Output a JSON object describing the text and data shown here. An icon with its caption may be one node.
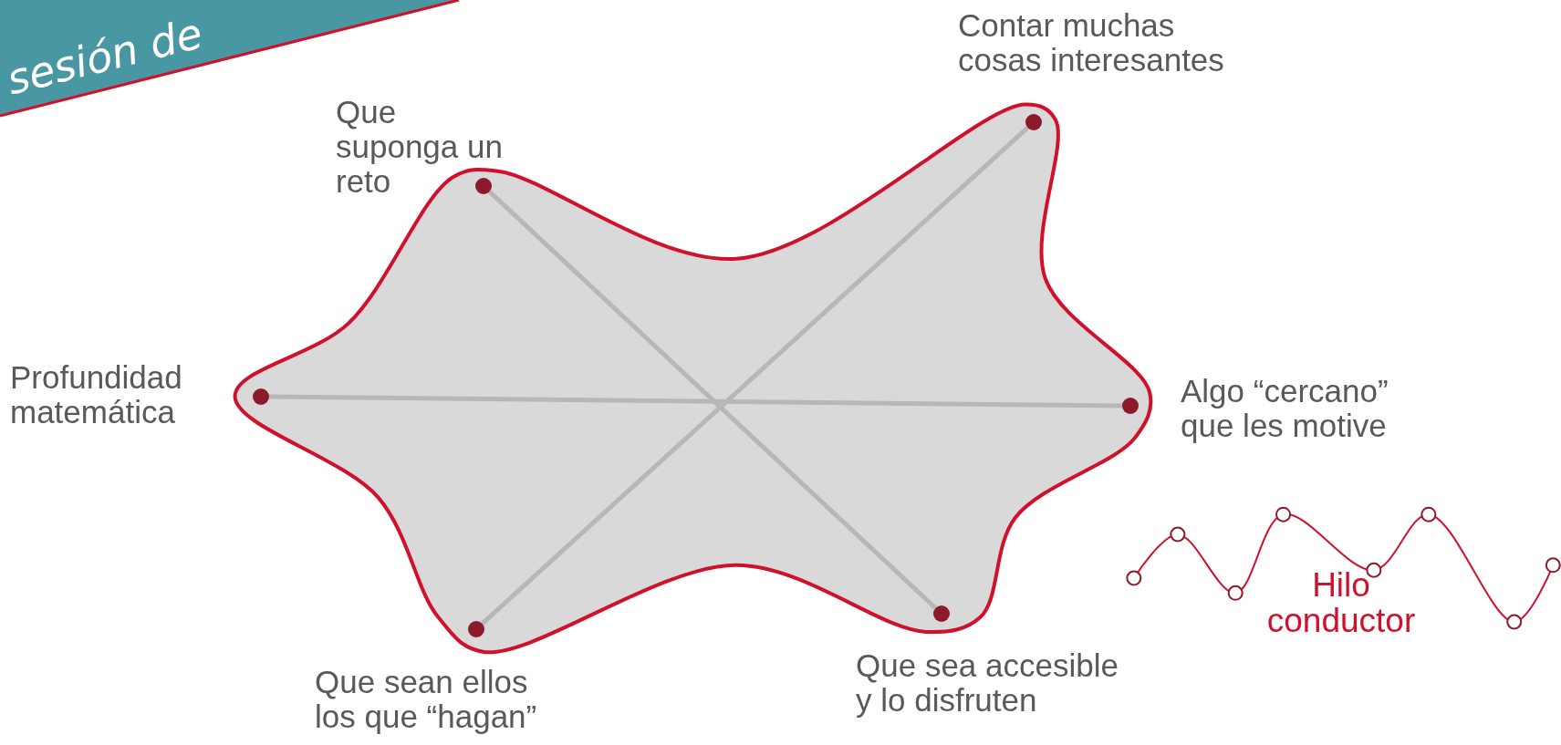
{
  "diagram": {
    "nodes": [
      {
        "text": [],
        "shape": "circle",
        "beside": [
          "Contar muchas cosas interesantes"
        ]
      },
      {
        "text": [],
        "shape": "circle",
        "beside": [
          "Que suponga un reto"
        ]
      },
      {
        "text": [],
        "shape": "circle",
        "beside": [
          "Profundidad matemática"
        ]
      },
      {
        "text": [],
        "shape": "circle",
        "beside": [
          "Algo “cercano” que les motive"
        ]
      },
      {
        "text": [],
        "shape": "circle",
        "beside": [
          "Que sea accesible y lo disfruten"
        ]
      },
      {
        "text": [],
        "shape": "circle",
        "beside": [
          "Que sean ellos los que “hagan”"
        ]
      }
    ],
    "edges": [
      {
        "from": 1,
        "to": 4,
        "arrow": "none"
      },
      {
        "from": 0,
        "to": 5,
        "arrow": "none"
      },
      {
        "from": 2,
        "to": 3,
        "arrow": "none"
      }
    ],
    "labels": [
      "sesión de",
      "Hilo conductor"
    ]
  }
}
